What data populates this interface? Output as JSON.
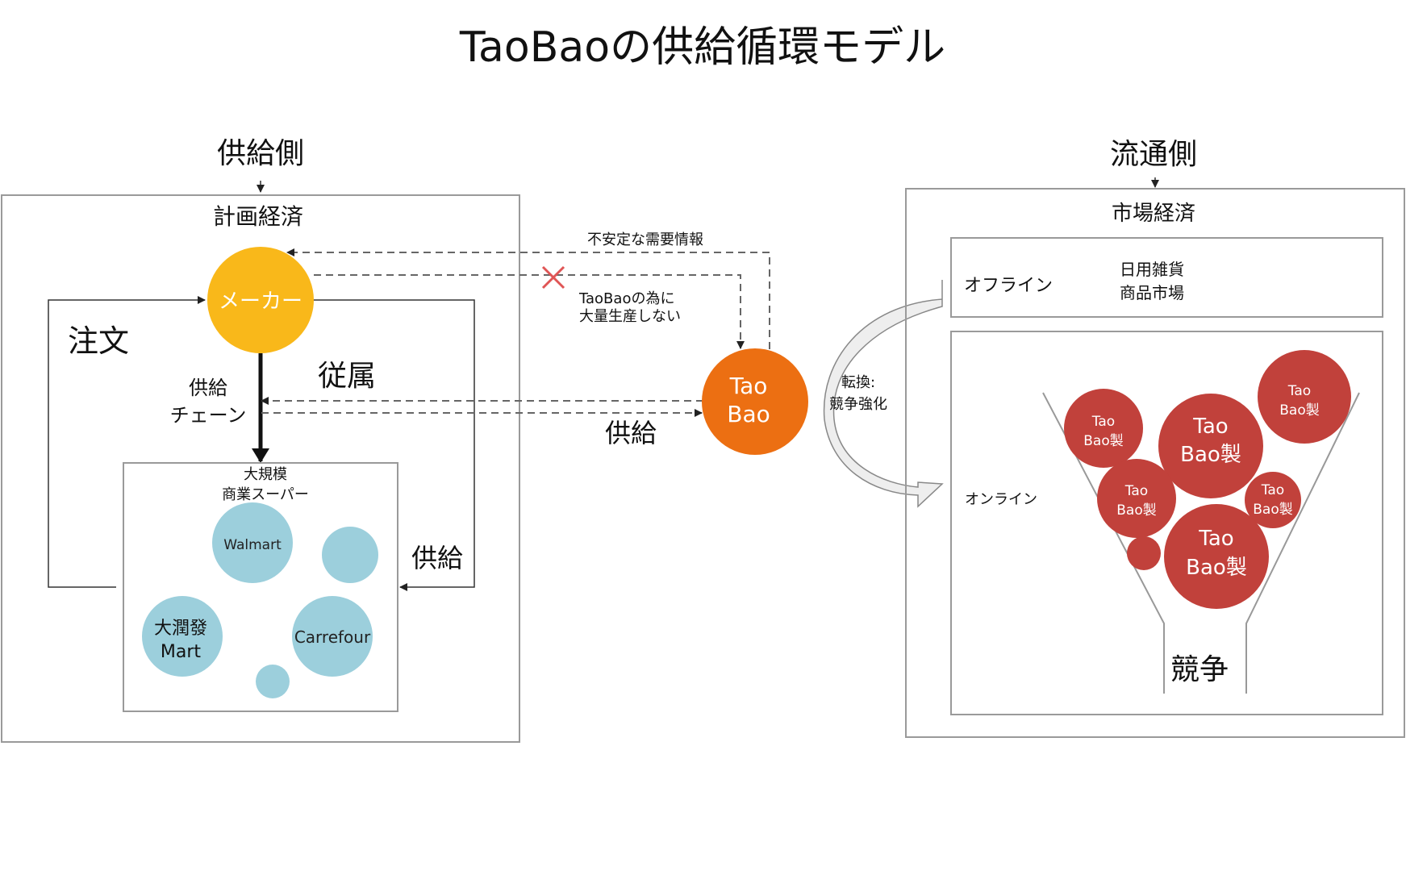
{
  "title": "TaoBaoの供給循環モデル",
  "supply_side": {
    "heading": "供給側",
    "box_title": "計画経済",
    "maker_label": "メーカー",
    "order_label": "注文",
    "subordinate_label": "従属",
    "supply_chain_line1": "供給",
    "supply_chain_line2": "チェーン",
    "supply_right_label": "供給",
    "supermarket_title_line1": "大規模",
    "supermarket_title_line2": "商業スーパー",
    "stores": [
      {
        "line1": "Walmart",
        "line2": ""
      },
      {
        "line1": "",
        "line2": ""
      },
      {
        "line1": "大潤發",
        "line2": "Mart"
      },
      {
        "line1": "Carrefour",
        "line2": ""
      },
      {
        "line1": "",
        "line2": ""
      }
    ]
  },
  "middle": {
    "unstable_demand_label": "不安定な需要情報",
    "no_mass_line1": "TaoBaoの為に",
    "no_mass_line2": "大量生産しない",
    "supply_label": "供給",
    "taobao_line1": "Tao",
    "taobao_line2": "Bao",
    "conversion_line1": "転換:",
    "conversion_line2": "競争強化"
  },
  "distribution_side": {
    "heading": "流通側",
    "box_title": "市場経済",
    "offline_label": "オフライン",
    "daily_goods_line1": "日用雑貨",
    "daily_goods_line2": "商品市場",
    "online_label": "オンライン",
    "competition_label": "競争",
    "sellers": [
      {
        "line1": "Tao",
        "line2": "Bao製"
      },
      {
        "line1": "Tao",
        "line2": "Bao製"
      },
      {
        "line1": "Tao",
        "line2": "Bao製"
      },
      {
        "line1": "Tao",
        "line2": "Bao製"
      },
      {
        "line1": "Tao",
        "line2": "Bao製"
      },
      {
        "line1": "Tao",
        "line2": "Bao製"
      },
      {
        "line1": "",
        "line2": ""
      }
    ]
  },
  "colors": {
    "maker": "#f9b81a",
    "taobao": "#ec6f12",
    "store": "#9ccfdc",
    "seller": "#c1413b",
    "cross": "#e05555",
    "border": "#9a9a9a"
  }
}
